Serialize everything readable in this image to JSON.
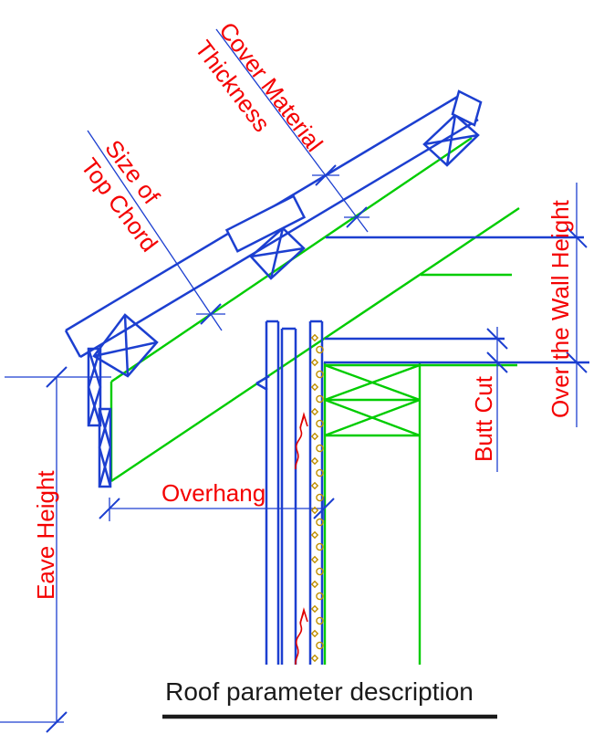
{
  "diagram": {
    "title": "Roof parameter description",
    "labels": {
      "cover_material_line1": "Cover Material",
      "cover_material_line2": "Thickness",
      "top_chord_line1": "Size of",
      "top_chord_line2": "Top Chord",
      "over_wall_height": "Over the Wall Height",
      "butt_cut": "Butt Cut",
      "eave_height": "Eave Height",
      "overhang": "Overhang"
    },
    "colors": {
      "structure_blue": "#1c3fd0",
      "roof_green": "#00cc00",
      "label_red": "#f40000",
      "nail_gold": "#c09000",
      "break_red": "#e00000",
      "title_black": "#1a1a1a"
    }
  }
}
